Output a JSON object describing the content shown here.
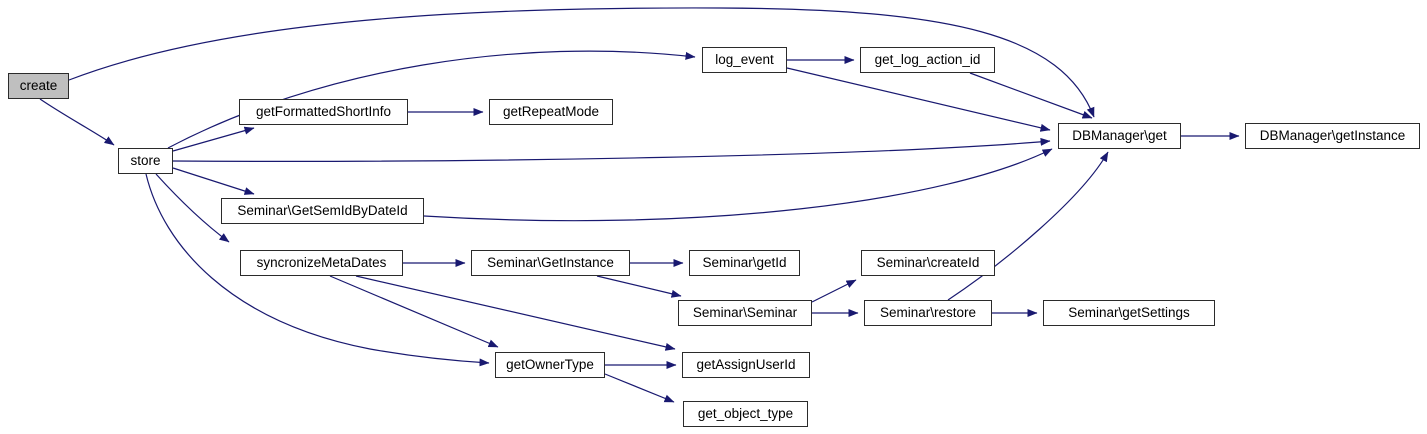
{
  "diagram": {
    "kind": "doxygen-call-graph",
    "edge_color": "#191970",
    "node_border_color": "#2b2b2b",
    "node_fill": "#ffffff",
    "highlight_fill": "#bfbfbf",
    "background": "#ffffff",
    "nodes": [
      {
        "id": "create",
        "label": "create",
        "highlighted": true
      },
      {
        "id": "store",
        "label": "store",
        "highlighted": false
      },
      {
        "id": "getFormattedShortInfo",
        "label": "getFormattedShortInfo",
        "highlighted": false
      },
      {
        "id": "getRepeatMode",
        "label": "getRepeatMode",
        "highlighted": false
      },
      {
        "id": "log_event",
        "label": "log_event",
        "highlighted": false
      },
      {
        "id": "get_log_action_id",
        "label": "get_log_action_id",
        "highlighted": false
      },
      {
        "id": "dbmanager_get",
        "label": "DBManager\\get",
        "highlighted": false
      },
      {
        "id": "dbmanager_getinstance",
        "label": "DBManager\\getInstance",
        "highlighted": false
      },
      {
        "id": "seminar_getsemidbydateid",
        "label": "Seminar\\GetSemIdByDateId",
        "highlighted": false
      },
      {
        "id": "syncronizeMetaDates",
        "label": "syncronizeMetaDates",
        "highlighted": false
      },
      {
        "id": "seminar_getinstance",
        "label": "Seminar\\GetInstance",
        "highlighted": false
      },
      {
        "id": "seminar_getid",
        "label": "Seminar\\getId",
        "highlighted": false
      },
      {
        "id": "seminar_seminar",
        "label": "Seminar\\Seminar",
        "highlighted": false
      },
      {
        "id": "seminar_createid",
        "label": "Seminar\\createId",
        "highlighted": false
      },
      {
        "id": "seminar_restore",
        "label": "Seminar\\restore",
        "highlighted": false
      },
      {
        "id": "seminar_getsettings",
        "label": "Seminar\\getSettings",
        "highlighted": false
      },
      {
        "id": "getOwnerType",
        "label": "getOwnerType",
        "highlighted": false
      },
      {
        "id": "getAssignUserId",
        "label": "getAssignUserId",
        "highlighted": false
      },
      {
        "id": "get_object_type",
        "label": "get_object_type",
        "highlighted": false
      }
    ],
    "edges": [
      {
        "from": "create",
        "to": "store"
      },
      {
        "from": "create",
        "to": "dbmanager_get"
      },
      {
        "from": "store",
        "to": "getFormattedShortInfo"
      },
      {
        "from": "store",
        "to": "log_event"
      },
      {
        "from": "store",
        "to": "dbmanager_get"
      },
      {
        "from": "store",
        "to": "seminar_getsemidbydateid"
      },
      {
        "from": "store",
        "to": "syncronizeMetaDates"
      },
      {
        "from": "store",
        "to": "getOwnerType"
      },
      {
        "from": "getFormattedShortInfo",
        "to": "getRepeatMode"
      },
      {
        "from": "log_event",
        "to": "get_log_action_id"
      },
      {
        "from": "log_event",
        "to": "dbmanager_get"
      },
      {
        "from": "get_log_action_id",
        "to": "dbmanager_get"
      },
      {
        "from": "dbmanager_get",
        "to": "dbmanager_getinstance"
      },
      {
        "from": "seminar_getsemidbydateid",
        "to": "dbmanager_get"
      },
      {
        "from": "syncronizeMetaDates",
        "to": "seminar_getinstance"
      },
      {
        "from": "syncronizeMetaDates",
        "to": "getOwnerType"
      },
      {
        "from": "syncronizeMetaDates",
        "to": "getAssignUserId"
      },
      {
        "from": "seminar_getinstance",
        "to": "seminar_getid"
      },
      {
        "from": "seminar_getinstance",
        "to": "seminar_seminar"
      },
      {
        "from": "seminar_seminar",
        "to": "seminar_createid"
      },
      {
        "from": "seminar_seminar",
        "to": "seminar_restore"
      },
      {
        "from": "seminar_restore",
        "to": "seminar_getsettings"
      },
      {
        "from": "seminar_restore",
        "to": "dbmanager_get"
      },
      {
        "from": "getOwnerType",
        "to": "getAssignUserId"
      },
      {
        "from": "getOwnerType",
        "to": "get_object_type"
      }
    ]
  }
}
